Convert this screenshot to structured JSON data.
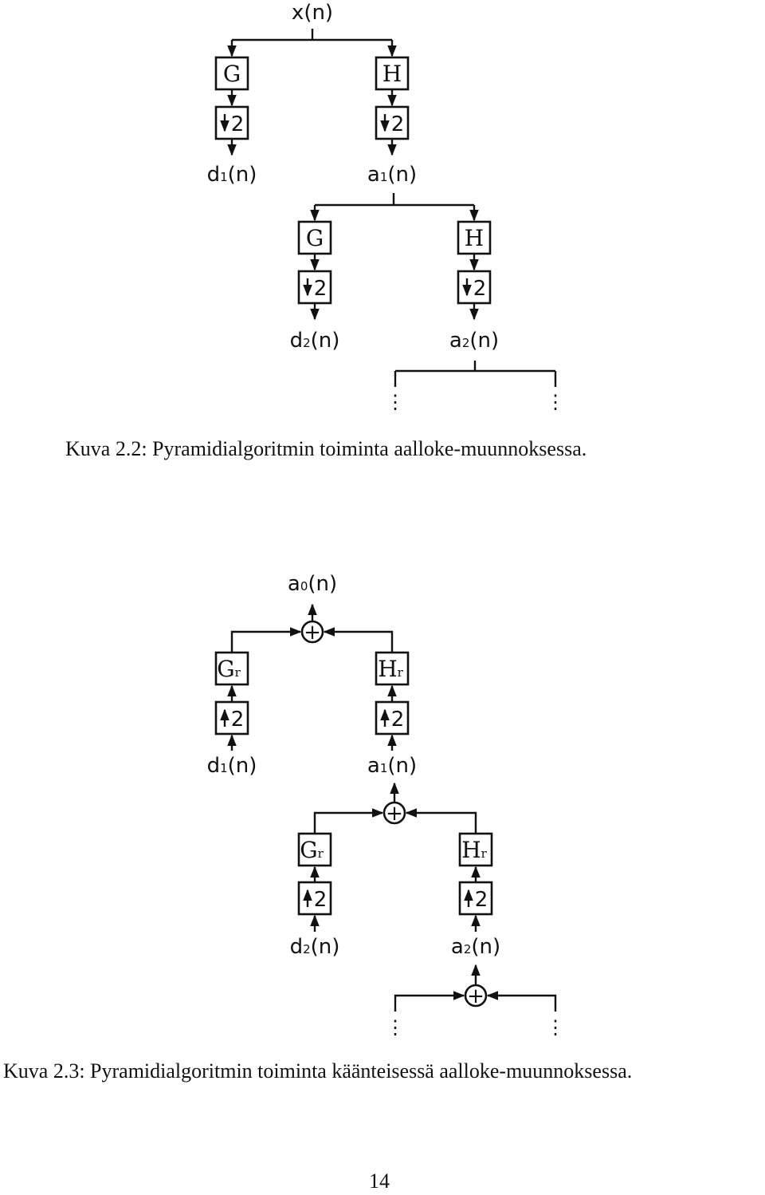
{
  "figure1": {
    "input": {
      "base": "x",
      "sub": "",
      "suffix": "(n)"
    },
    "level1": {
      "left_filter": {
        "base": "G",
        "sub": ""
      },
      "right_filter": {
        "base": "H",
        "sub": ""
      },
      "left_down": "2",
      "right_down": "2",
      "left_out": {
        "base": "d",
        "sub": "1",
        "suffix": "(n)"
      },
      "right_out": {
        "base": "a",
        "sub": "1",
        "suffix": "(n)"
      }
    },
    "level2": {
      "left_filter": {
        "base": "G",
        "sub": ""
      },
      "right_filter": {
        "base": "H",
        "sub": ""
      },
      "left_down": "2",
      "right_down": "2",
      "left_out": {
        "base": "d",
        "sub": "2",
        "suffix": "(n)"
      },
      "right_out": {
        "base": "a",
        "sub": "2",
        "suffix": "(n)"
      }
    },
    "continuation": "⋮",
    "caption": "Kuva 2.2: Pyramidialgoritmin toiminta aalloke-muunnoksessa."
  },
  "figure2": {
    "output": {
      "base": "a",
      "sub": "0",
      "suffix": "(n)"
    },
    "level1": {
      "sum": "+",
      "left_filter": {
        "base": "G",
        "sub": "r"
      },
      "right_filter": {
        "base": "H",
        "sub": "r"
      },
      "left_up": "2",
      "right_up": "2",
      "left_in": {
        "base": "d",
        "sub": "1",
        "suffix": "(n)"
      },
      "right_in": {
        "base": "a",
        "sub": "1",
        "suffix": "(n)"
      }
    },
    "level2": {
      "sum": "+",
      "left_filter": {
        "base": "G",
        "sub": "r"
      },
      "right_filter": {
        "base": "H",
        "sub": "r"
      },
      "left_up": "2",
      "right_up": "2",
      "left_in": {
        "base": "d",
        "sub": "2",
        "suffix": "(n)"
      },
      "right_in": {
        "base": "a",
        "sub": "2",
        "suffix": "(n)"
      }
    },
    "level3": {
      "sum": "+"
    },
    "continuation": "⋮",
    "caption": "Kuva 2.3: Pyramidialgoritmin toiminta käänteisessä aalloke-muunnoksessa."
  },
  "page_number": "14"
}
